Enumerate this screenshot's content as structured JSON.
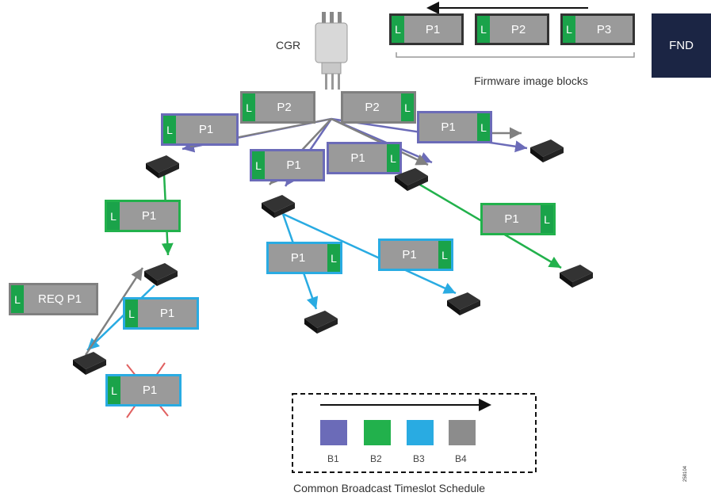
{
  "labels": {
    "cgr": "CGR",
    "fnd": "FND",
    "firmware_caption": "Firmware image blocks",
    "schedule_caption": "Common Broadcast Timeslot Schedule",
    "side_id": "258104"
  },
  "firmware_blocks": [
    {
      "tag": "L",
      "label": "P1"
    },
    {
      "tag": "L",
      "label": "P2"
    },
    {
      "tag": "L",
      "label": "P3"
    }
  ],
  "packet_boxes": [
    {
      "tag": "L",
      "label": "P2",
      "color": "gray"
    },
    {
      "tag": "L",
      "label": "P2",
      "color": "gray"
    },
    {
      "tag": "L",
      "label": "P1",
      "color": "purple"
    },
    {
      "tag": "L",
      "label": "P1",
      "color": "purple"
    },
    {
      "tag": "L",
      "label": "P1",
      "color": "purple"
    },
    {
      "tag": "L",
      "label": "P1",
      "color": "purple"
    },
    {
      "tag": "L",
      "label": "P1",
      "color": "green"
    },
    {
      "tag": "L",
      "label": "P1",
      "color": "green"
    },
    {
      "tag": "L",
      "label": "P1",
      "color": "cyan"
    },
    {
      "tag": "L",
      "label": "P1",
      "color": "cyan"
    },
    {
      "tag": "L",
      "label": "P1",
      "color": "cyan"
    },
    {
      "tag": "L",
      "label": "REQ P1",
      "color": "gray"
    },
    {
      "tag": "L",
      "label": "P1",
      "color": "cyan"
    }
  ],
  "legend": [
    {
      "label": "B1",
      "color": "#6b6bb8"
    },
    {
      "label": "B2",
      "color": "#22b14c"
    },
    {
      "label": "B3",
      "color": "#29abe2"
    },
    {
      "label": "B4",
      "color": "#8c8c8c"
    }
  ],
  "colors": {
    "purple": "#6b6bb8",
    "green": "#22b14c",
    "cyan": "#29abe2",
    "gray": "#808080",
    "node": "#222222",
    "cross": "#e06060"
  }
}
